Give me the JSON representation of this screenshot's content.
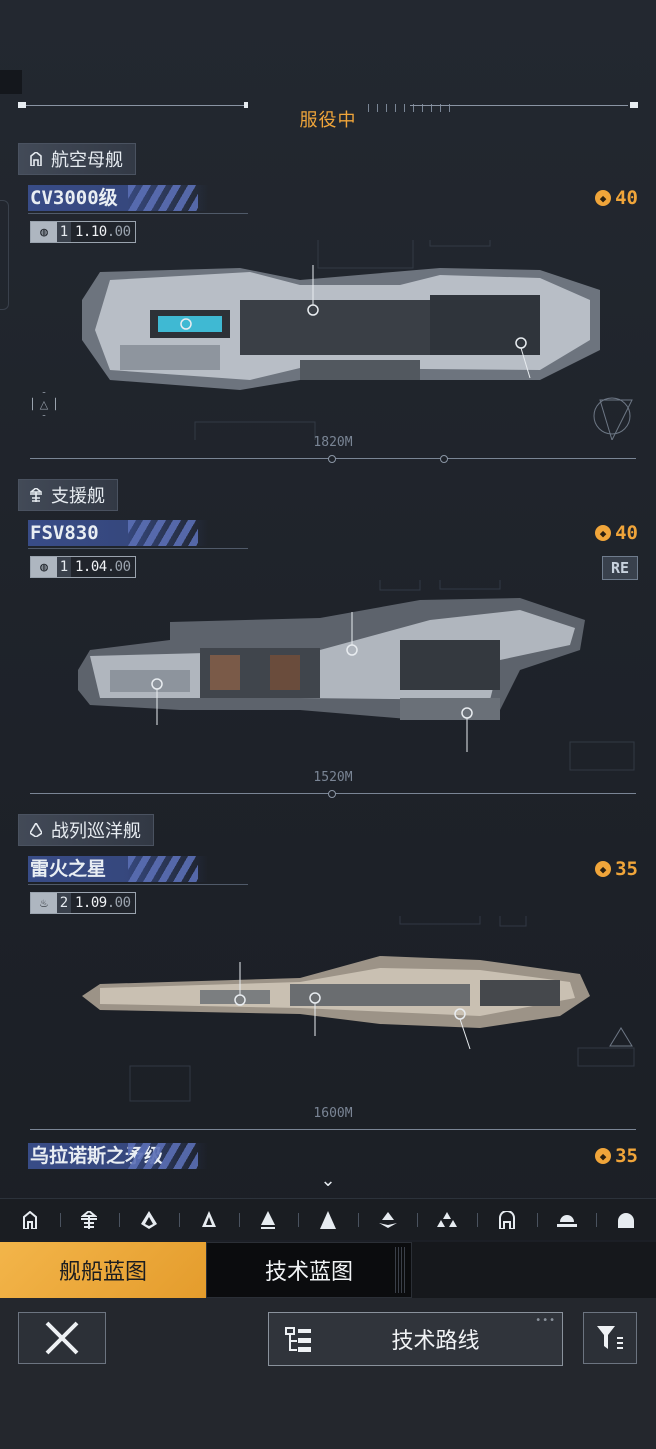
{
  "header": {
    "title": "服役中"
  },
  "categories": [
    {
      "label": "航空母舰",
      "icon": "carrier-icon"
    },
    {
      "label": "支援舰",
      "icon": "support-icon"
    },
    {
      "label": "战列巡洋舰",
      "icon": "battlecruiser-icon"
    }
  ],
  "ships": [
    {
      "name": "CV3000级",
      "version_index": "1",
      "version": "1.10",
      "version_suffix": ".00",
      "cost": "40",
      "length": "1820M",
      "badge": ""
    },
    {
      "name": "FSV830",
      "version_index": "1",
      "version": "1.04",
      "version_suffix": ".00",
      "cost": "40",
      "length": "1520M",
      "badge": "RE"
    },
    {
      "name": "雷火之星",
      "version_index": "2",
      "version": "1.09",
      "version_suffix": ".00",
      "cost": "35",
      "length": "1600M",
      "badge": ""
    },
    {
      "name": "乌拉诺斯之矛级",
      "cost": "35"
    }
  ],
  "filter_icons": [
    "carrier-icon",
    "support-icon",
    "battlecruiser-icon",
    "cruiser-icon",
    "destroyer-icon",
    "frigate-icon",
    "corvette-icon",
    "fighter-icon",
    "hangar-icon",
    "station-icon",
    "dome-icon"
  ],
  "tabs": {
    "ship_blueprint": "舰船蓝图",
    "tech_blueprint": "技术蓝图"
  },
  "bottom": {
    "tech_route": "技术路线"
  },
  "colors": {
    "accent": "#f0a53a",
    "name_bar": "#3a4e8c",
    "background": "#1e2229"
  }
}
